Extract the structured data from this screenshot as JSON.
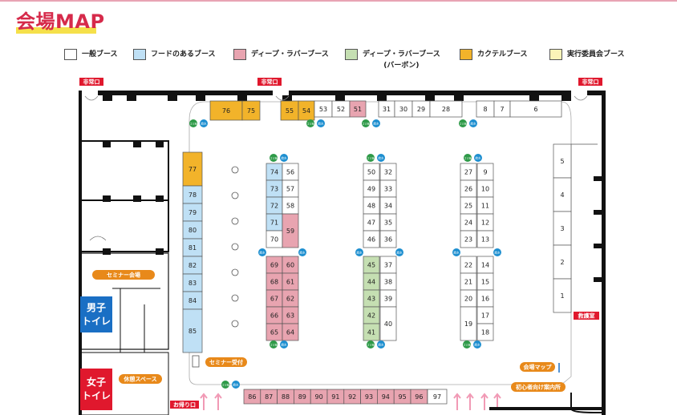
{
  "title": "会場MAP",
  "legend": [
    {
      "label": "一般ブース",
      "color": "#ffffff"
    },
    {
      "label": "フードのあるブース",
      "color": "#bfe0f5"
    },
    {
      "label": "ディープ・ラバーブース",
      "color": "#e8a4b0"
    },
    {
      "label": "ディープ・ラバーブース\n(バーボン)",
      "color": "#c5dfb2"
    },
    {
      "label": "カクテルブース",
      "color": "#f2b32a"
    },
    {
      "label": "実行委員会ブース",
      "color": "#fbf4b8"
    }
  ],
  "colors": {
    "general": "#ffffff",
    "food": "#bfe0f5",
    "deep": "#e8a4b0",
    "bourbon": "#c5dfb2",
    "cocktail": "#f2b32a",
    "committee": "#fbf4b8",
    "red": "#e0182d",
    "orange": "#e8891a",
    "blue": "#1a6fc4",
    "green": "#2e9a48",
    "cyan": "#1e8fd0"
  },
  "labels": {
    "exit": "非常口",
    "return_exit": "お帰り口",
    "seminar_hall": "セミナー会場",
    "seminar_desk": "セミナー受付",
    "rest_space": "休憩スペース",
    "venue_map": "会場マップ",
    "beginner_guide": "初心者向け案内所",
    "first_aid": "救護室",
    "toilet_men_1": "男子",
    "toilet_men_2": "トイレ",
    "toilet_women_1": "女子",
    "toilet_women_2": "トイレ",
    "trash": "ゴミ箱",
    "water": "給水"
  },
  "booths": [
    {
      "n": "76",
      "t": "cocktail"
    },
    {
      "n": "75",
      "t": "cocktail"
    },
    {
      "n": "55",
      "t": "cocktail"
    },
    {
      "n": "54",
      "t": "cocktail"
    },
    {
      "n": "53",
      "t": "general"
    },
    {
      "n": "52",
      "t": "general"
    },
    {
      "n": "51",
      "t": "deep"
    },
    {
      "n": "31",
      "t": "general"
    },
    {
      "n": "30",
      "t": "general"
    },
    {
      "n": "29",
      "t": "general"
    },
    {
      "n": "28",
      "t": "general"
    },
    {
      "n": "8",
      "t": "general"
    },
    {
      "n": "7",
      "t": "general"
    },
    {
      "n": "6",
      "t": "general"
    },
    {
      "n": "77",
      "t": "cocktail"
    },
    {
      "n": "78",
      "t": "food"
    },
    {
      "n": "79",
      "t": "food"
    },
    {
      "n": "80",
      "t": "food"
    },
    {
      "n": "81",
      "t": "food"
    },
    {
      "n": "82",
      "t": "food"
    },
    {
      "n": "83",
      "t": "food"
    },
    {
      "n": "84",
      "t": "food"
    },
    {
      "n": "85",
      "t": "food"
    },
    {
      "n": "74",
      "t": "food"
    },
    {
      "n": "56",
      "t": "general"
    },
    {
      "n": "73",
      "t": "food"
    },
    {
      "n": "57",
      "t": "general"
    },
    {
      "n": "72",
      "t": "food"
    },
    {
      "n": "58",
      "t": "general"
    },
    {
      "n": "71",
      "t": "food"
    },
    {
      "n": "70",
      "t": "general"
    },
    {
      "n": "59",
      "t": "deep"
    },
    {
      "n": "69",
      "t": "deep"
    },
    {
      "n": "60",
      "t": "deep"
    },
    {
      "n": "68",
      "t": "deep"
    },
    {
      "n": "61",
      "t": "deep"
    },
    {
      "n": "67",
      "t": "deep"
    },
    {
      "n": "62",
      "t": "deep"
    },
    {
      "n": "66",
      "t": "deep"
    },
    {
      "n": "63",
      "t": "deep"
    },
    {
      "n": "65",
      "t": "deep"
    },
    {
      "n": "64",
      "t": "deep"
    },
    {
      "n": "50",
      "t": "general"
    },
    {
      "n": "32",
      "t": "general"
    },
    {
      "n": "49",
      "t": "general"
    },
    {
      "n": "33",
      "t": "general"
    },
    {
      "n": "48",
      "t": "general"
    },
    {
      "n": "34",
      "t": "general"
    },
    {
      "n": "47",
      "t": "general"
    },
    {
      "n": "35",
      "t": "general"
    },
    {
      "n": "46",
      "t": "general"
    },
    {
      "n": "36",
      "t": "general"
    },
    {
      "n": "45",
      "t": "bourbon"
    },
    {
      "n": "37",
      "t": "general"
    },
    {
      "n": "44",
      "t": "bourbon"
    },
    {
      "n": "38",
      "t": "general"
    },
    {
      "n": "43",
      "t": "bourbon"
    },
    {
      "n": "39",
      "t": "general"
    },
    {
      "n": "42",
      "t": "bourbon"
    },
    {
      "n": "41",
      "t": "bourbon"
    },
    {
      "n": "40",
      "t": "general"
    },
    {
      "n": "27",
      "t": "general"
    },
    {
      "n": "9",
      "t": "general"
    },
    {
      "n": "26",
      "t": "general"
    },
    {
      "n": "10",
      "t": "general"
    },
    {
      "n": "25",
      "t": "general"
    },
    {
      "n": "11",
      "t": "general"
    },
    {
      "n": "24",
      "t": "general"
    },
    {
      "n": "12",
      "t": "general"
    },
    {
      "n": "23",
      "t": "general"
    },
    {
      "n": "13",
      "t": "general"
    },
    {
      "n": "22",
      "t": "general"
    },
    {
      "n": "14",
      "t": "general"
    },
    {
      "n": "21",
      "t": "general"
    },
    {
      "n": "15",
      "t": "general"
    },
    {
      "n": "20",
      "t": "general"
    },
    {
      "n": "16",
      "t": "general"
    },
    {
      "n": "19",
      "t": "general"
    },
    {
      "n": "17",
      "t": "general"
    },
    {
      "n": "18",
      "t": "general"
    },
    {
      "n": "5",
      "t": "general"
    },
    {
      "n": "4",
      "t": "general"
    },
    {
      "n": "3",
      "t": "general"
    },
    {
      "n": "2",
      "t": "general"
    },
    {
      "n": "1",
      "t": "general"
    },
    {
      "n": "86",
      "t": "deep"
    },
    {
      "n": "87",
      "t": "deep"
    },
    {
      "n": "88",
      "t": "deep"
    },
    {
      "n": "89",
      "t": "deep"
    },
    {
      "n": "90",
      "t": "deep"
    },
    {
      "n": "91",
      "t": "deep"
    },
    {
      "n": "92",
      "t": "deep"
    },
    {
      "n": "93",
      "t": "deep"
    },
    {
      "n": "94",
      "t": "deep"
    },
    {
      "n": "95",
      "t": "deep"
    },
    {
      "n": "96",
      "t": "deep"
    },
    {
      "n": "97",
      "t": "general"
    }
  ]
}
